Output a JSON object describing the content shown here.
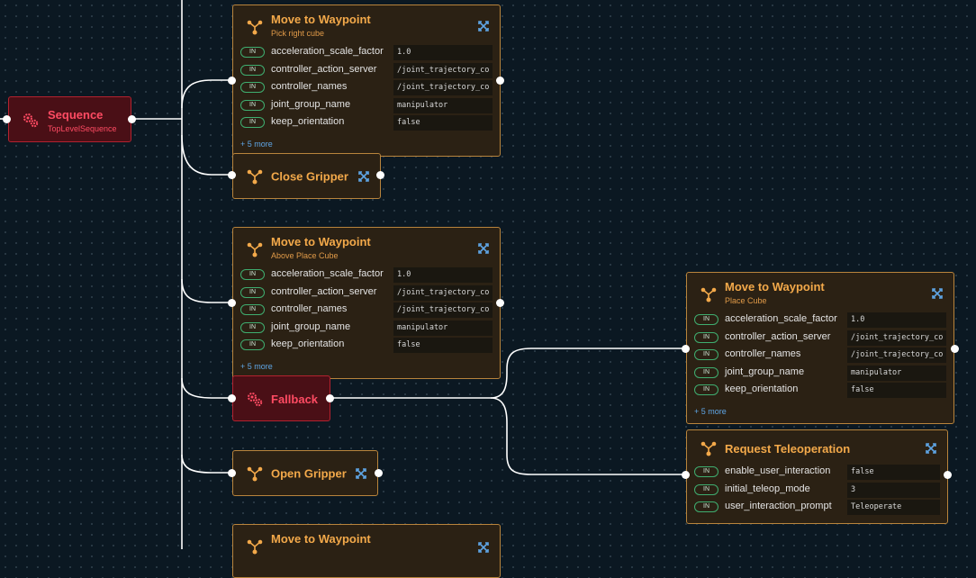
{
  "nodes": {
    "sequence": {
      "title": "Sequence",
      "subtitle": "TopLevelSequence"
    },
    "fallback": {
      "title": "Fallback"
    },
    "waypoint1": {
      "title": "Move to Waypoint",
      "subtitle": "Pick right cube",
      "more": "+ 5 more"
    },
    "close_gripper": {
      "title": "Close Gripper"
    },
    "waypoint2": {
      "title": "Move to Waypoint",
      "subtitle": "Above Place Cube",
      "more": "+ 5 more"
    },
    "open_gripper": {
      "title": "Open Gripper"
    },
    "waypoint3": {
      "title": "Move to Waypoint"
    },
    "waypoint_place": {
      "title": "Move to Waypoint",
      "subtitle": "Place Cube",
      "more": "+ 5 more"
    },
    "teleop": {
      "title": "Request Teleoperation"
    }
  },
  "port_label": "IN",
  "waypoint_ports": [
    {
      "name": "acceleration_scale_factor",
      "value": "1.0"
    },
    {
      "name": "controller_action_server",
      "value": "/joint_trajectory_co"
    },
    {
      "name": "controller_names",
      "value": "/joint_trajectory_co"
    },
    {
      "name": "joint_group_name",
      "value": "manipulator"
    },
    {
      "name": "keep_orientation",
      "value": "false"
    }
  ],
  "teleop_ports": [
    {
      "name": "enable_user_interaction",
      "value": "false"
    },
    {
      "name": "initial_teleop_mode",
      "value": "3"
    },
    {
      "name": "user_interaction_prompt",
      "value": "Teleoperate"
    }
  ],
  "colors": {
    "canvas": "#0b1822",
    "action_node": "#2b2114",
    "action_border": "#b8843c",
    "control_node": "#4a0f16",
    "control_border": "#b3222f",
    "port_pill": "#3fae70",
    "link": "#5fa6e6",
    "wire": "#ffffff"
  }
}
